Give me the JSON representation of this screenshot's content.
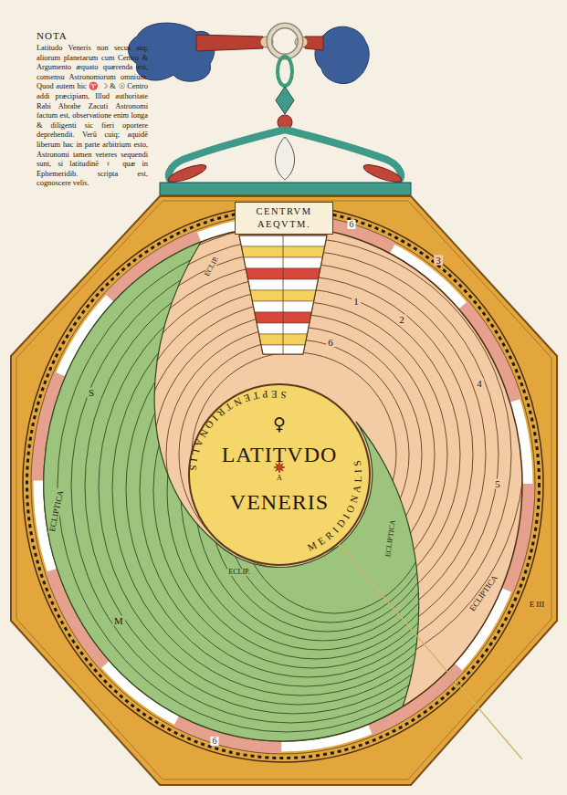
{
  "diagram": {
    "nodes": [
      {
        "text": [
          "CENTRVM AEQVTM."
        ]
      },
      {
        "text": [
          "♀",
          "LATITVDO VENERIS",
          "A"
        ]
      }
    ],
    "labels": [
      "NOTA",
      "Latitudo Veneris non secus atq; aliorum planetarum cum Centro & Argumento æquato quærenda est, consensu Astronomorum omnium. Quod autem hic ♈ ☽ & ☉ Centro addi præcipiam, Illud authoritate Rabi Abrahe Zacuti Astronomi factum est, observatione enim longa & diligenti sic fieri oportere deprehendit. Verū cuiq; aquidē liberum hac in parte arbitrium esto, Astronomi tamen veteres sequendi sunt, si latitudinē ♀ quæ in Ephemeridib. scripta est, cognoscere velis.",
      "SEPTENTRIONALIS",
      "MERIDIONALIS",
      "ECLIP.",
      "ECLIPTICA",
      "ECLIPTICA",
      "ECLIPTICA",
      "ECLIP.",
      "1",
      "2",
      "3",
      "4",
      "5",
      "6",
      "S",
      "M",
      "6",
      "6",
      "E III"
    ]
  }
}
